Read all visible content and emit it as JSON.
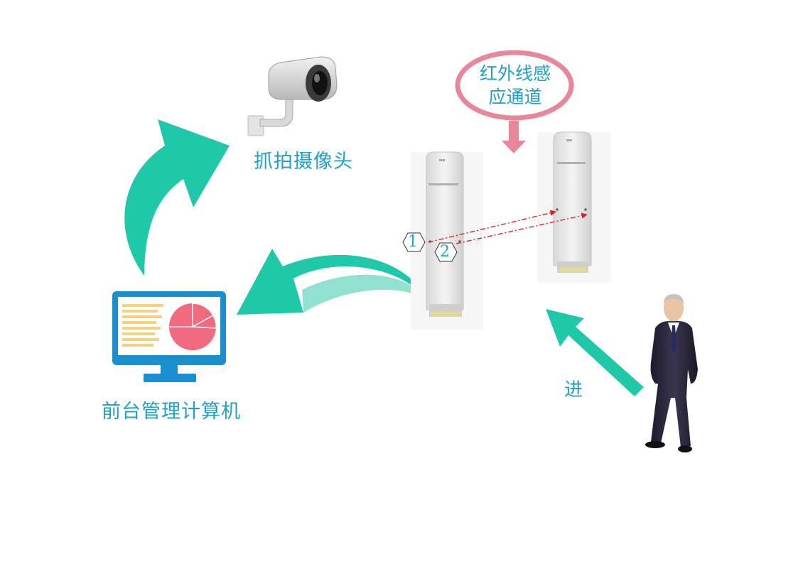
{
  "title": "",
  "nodes": {
    "camera": {
      "label": "抓拍摄像头"
    },
    "computer": {
      "label": "前台管理计算机"
    },
    "sensor": {
      "label_line1": "红外线感",
      "label_line2": "应通道"
    },
    "entry": {
      "label": "进"
    }
  },
  "beams": [
    {
      "marker": "1"
    },
    {
      "marker": "2"
    }
  ],
  "colors": {
    "arrow_teal": "#1ec8a8",
    "label_blue": "#1fa0c8",
    "bubble_pink": "#e8879a",
    "beam_red": "#e02020",
    "monitor_blue": "#1a8fd0",
    "chart_yellow": "#f5d27a",
    "chart_pink": "#f06a80"
  },
  "icons": [
    "cctv-camera-icon",
    "monitor-icon",
    "gate-antenna-icon",
    "businessman-icon"
  ]
}
